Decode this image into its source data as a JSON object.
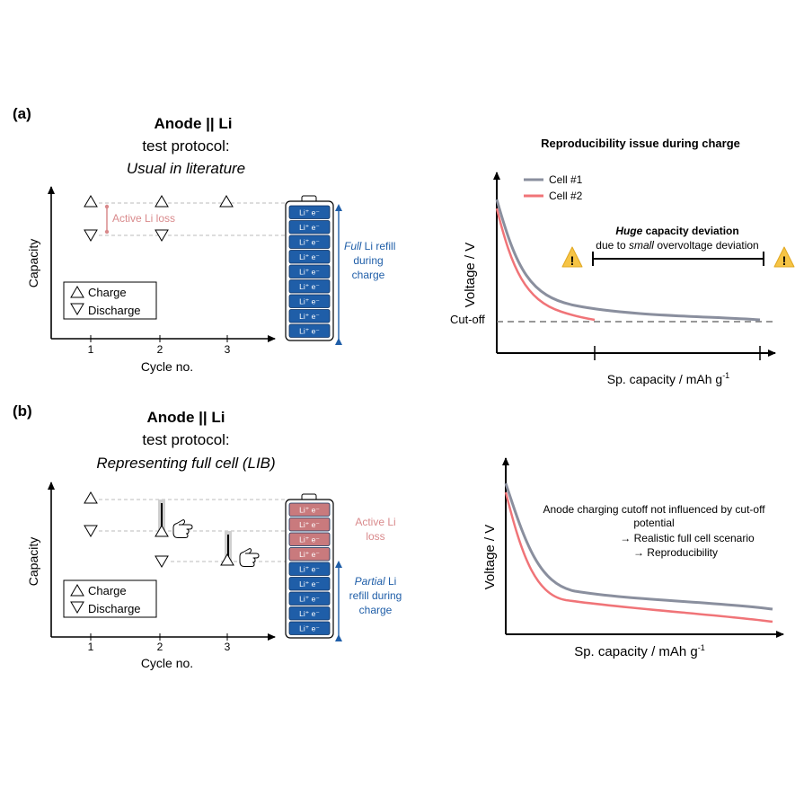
{
  "panel_a": {
    "label": "(a)",
    "title_bold": "Anode || Li",
    "title_line2": "test protocol:",
    "title_line3": "Usual in literature",
    "annotation_loss": "Active Li loss",
    "y_axis_label": "Capacity",
    "x_axis_label": "Cycle no.",
    "x_ticks": [
      "1",
      "2",
      "3"
    ],
    "legend": {
      "charge": "Charge",
      "discharge": "Discharge"
    },
    "battery": {
      "cell_text": "Li⁺ e⁻",
      "cells": [
        {
          "state": "refilled"
        },
        {
          "state": "refilled"
        },
        {
          "state": "refilled"
        },
        {
          "state": "refilled"
        },
        {
          "state": "refilled"
        },
        {
          "state": "refilled"
        },
        {
          "state": "refilled"
        },
        {
          "state": "refilled"
        },
        {
          "state": "refilled"
        }
      ]
    },
    "refill_italic": "Full",
    "refill_rest": " Li refill",
    "refill_line2": "during",
    "refill_line3": "charge",
    "chart": {
      "title": "Reproducibility issue during charge",
      "y_label": "Voltage / V",
      "x_label_main": "Sp. capacity / mAh g",
      "x_label_sup": "-1",
      "cutoff_label": "Cut-off",
      "legend": [
        {
          "name": "Cell #1",
          "color": "#8a8f9e"
        },
        {
          "name": "Cell #2",
          "color": "#f07478"
        }
      ],
      "deviation_bold_italic": "Huge",
      "deviation_bold": " capacity deviation",
      "deviation_line2_a": "due to ",
      "deviation_line2_italic": "small",
      "deviation_line2_b": " overvoltage deviation",
      "warning_symbol": "!"
    }
  },
  "panel_b": {
    "label": "(b)",
    "title_bold": "Anode || Li",
    "title_line2": "test protocol:",
    "title_line3": "Representing full cell (LIB)",
    "y_axis_label": "Capacity",
    "x_axis_label": "Cycle no.",
    "x_ticks": [
      "1",
      "2",
      "3"
    ],
    "legend": {
      "charge": "Charge",
      "discharge": "Discharge"
    },
    "battery": {
      "cell_text": "Li⁺ e⁻",
      "cells": [
        {
          "state": "lost"
        },
        {
          "state": "lost"
        },
        {
          "state": "lost"
        },
        {
          "state": "lost"
        },
        {
          "state": "refilled"
        },
        {
          "state": "refilled"
        },
        {
          "state": "refilled"
        },
        {
          "state": "refilled"
        },
        {
          "state": "refilled"
        }
      ]
    },
    "loss_line1": "Active Li",
    "loss_line2": "loss",
    "refill_italic": "Partial",
    "refill_rest": " Li",
    "refill_line2": "refill during",
    "refill_line3": "charge",
    "chart": {
      "y_label": "Voltage / V",
      "x_label_main": "Sp. capacity / mAh g",
      "x_label_sup": "-1",
      "note_line1": "Anode charging cutoff not influenced by cut-off",
      "note_line2": "potential",
      "note_line3": "→ Realistic full cell scenario",
      "note_line4": "→ Reproducibility"
    }
  },
  "colors": {
    "cell_blue": "#1f5ea8",
    "cell_red": "#c97a7d",
    "loss_text": "#d98a8c",
    "refill_text": "#1f5ea8",
    "cell1": "#8a8f9e",
    "cell2": "#f07478",
    "warning": "#f6c445"
  }
}
